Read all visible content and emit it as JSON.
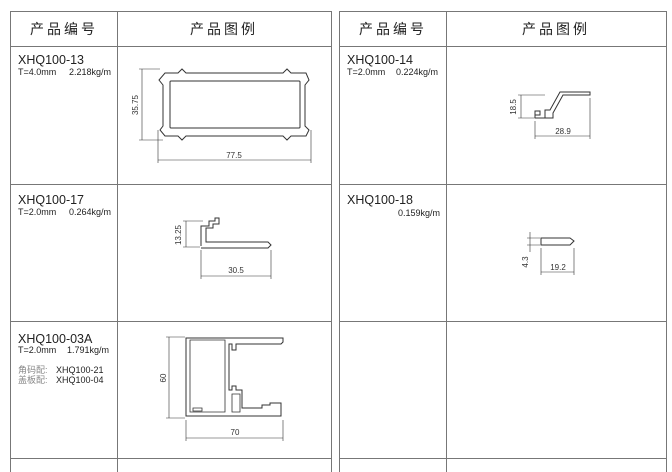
{
  "headers": {
    "code": "产品编号",
    "image": "产品图例"
  },
  "left": [
    {
      "code": "XHQ100-13",
      "thickness": "T=4.0mm",
      "weight": "2.218kg/m",
      "dims": [
        "35.75",
        "77.5"
      ]
    },
    {
      "code": "XHQ100-17",
      "thickness": "T=2.0mm",
      "weight": "0.264kg/m",
      "dims": [
        "13.25",
        "30.5"
      ]
    },
    {
      "code": "XHQ100-03A",
      "thickness": "T=2.0mm",
      "weight": "1.791kg/m",
      "dims": [
        "60",
        "70"
      ],
      "notes": [
        {
          "label": "角码配:",
          "value": "XHQ100-21"
        },
        {
          "label": "盖板配:",
          "value": "XHQ100-04"
        }
      ]
    }
  ],
  "right": [
    {
      "code": "XHQ100-14",
      "thickness": "T=2.0mm",
      "weight": "0.224kg/m",
      "dims": [
        "18.5",
        "28.9"
      ]
    },
    {
      "code": "XHQ100-18",
      "weight": "0.159kg/m",
      "dims": [
        "4.3",
        "19.2"
      ]
    }
  ]
}
